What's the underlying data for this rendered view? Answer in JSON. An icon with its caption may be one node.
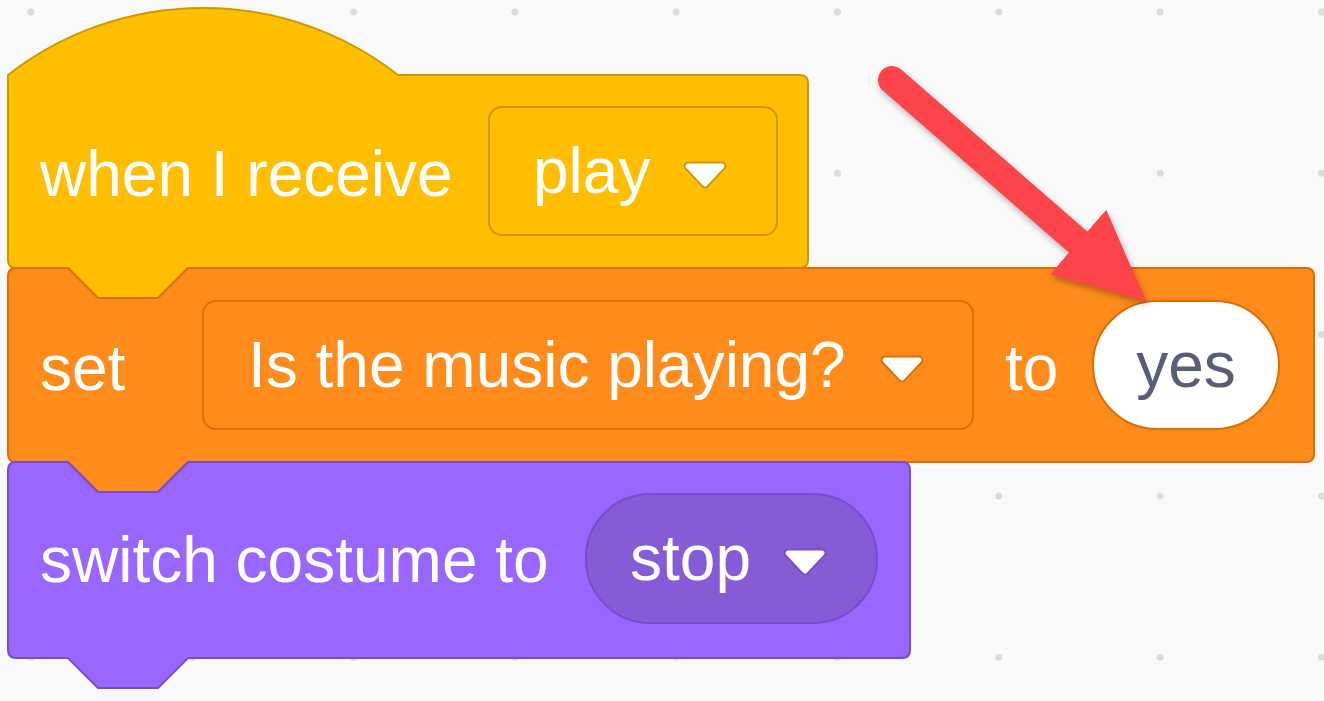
{
  "diagram": {
    "nodes": [
      {
        "text": [
          "when I receive"
        ]
      },
      {
        "text": [
          "play"
        ],
        "in": 0
      },
      {
        "text": [
          "set",
          "to"
        ]
      },
      {
        "text": [
          "Is the music playing?"
        ],
        "in": 2
      },
      {
        "text": [
          "yes"
        ],
        "in": 2
      },
      {
        "text": [
          "switch costume to"
        ]
      },
      {
        "text": [
          "stop"
        ],
        "in": 5
      }
    ],
    "edges": [
      {
        "from": null,
        "to": 4,
        "arrow": "to",
        "color": "#fc444a"
      }
    ]
  }
}
